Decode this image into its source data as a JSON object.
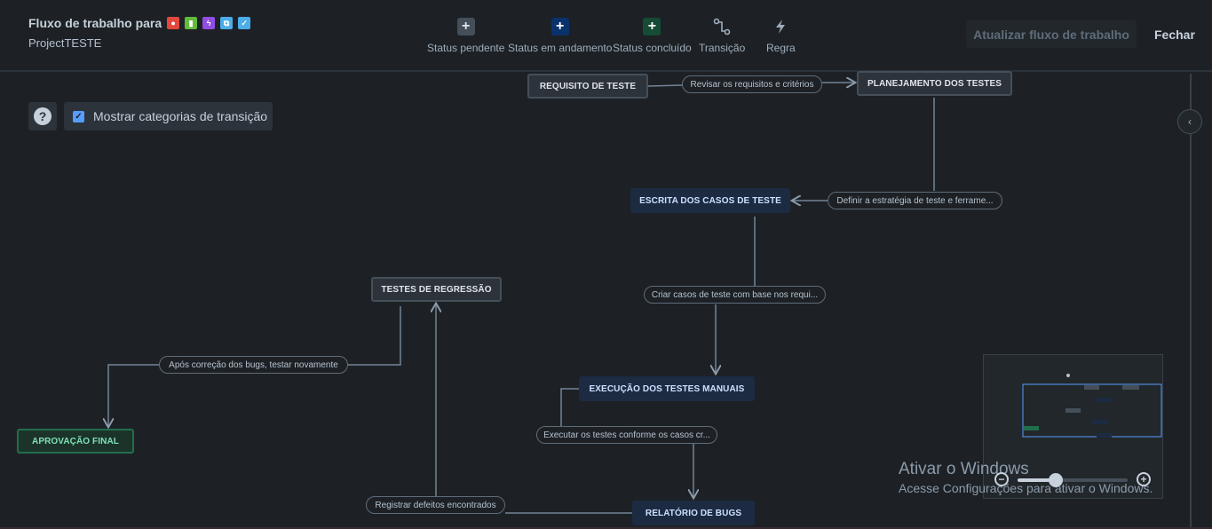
{
  "header": {
    "title": "Fluxo de trabalho para",
    "project": "ProjectTESTE",
    "issue_type_icons": [
      {
        "icon": "bug-icon",
        "color": "#e2483d"
      },
      {
        "icon": "story-icon",
        "color": "#63ba3c"
      },
      {
        "icon": "epic-icon",
        "color": "#904ee2"
      },
      {
        "icon": "subtask-icon",
        "color": "#4bade8"
      },
      {
        "icon": "task-icon",
        "color": "#4bade8"
      }
    ],
    "tools": [
      {
        "label": "Status pendente",
        "icon": "plus-icon",
        "color": "#454f59"
      },
      {
        "label": "Status em andamento",
        "icon": "plus-icon",
        "color": "#09326c"
      },
      {
        "label": "Status concluído",
        "icon": "plus-icon",
        "color": "#164b35"
      },
      {
        "label": "Transição",
        "icon": "transition-icon"
      },
      {
        "label": "Regra",
        "icon": "lightning-icon"
      }
    ],
    "update_button": "Atualizar fluxo de trabalho",
    "close_button": "Fechar"
  },
  "canvas": {
    "show_categories_label": "Mostrar categorias de transição",
    "show_categories_checked": true,
    "statuses": [
      {
        "label": "REQUISITO DE TESTE",
        "category": "todo"
      },
      {
        "label": "PLANEJAMENTO DOS TESTES",
        "category": "todo"
      },
      {
        "label": "ESCRITA DOS CASOS DE TESTE",
        "category": "in-progress"
      },
      {
        "label": "TESTES DE REGRESSÃO",
        "category": "todo"
      },
      {
        "label": "EXECUÇÃO DOS TESTES MANUAIS",
        "category": "in-progress"
      },
      {
        "label": "APROVAÇÃO FINAL",
        "category": "done"
      },
      {
        "label": "RELATÓRIO DE BUGS",
        "category": "in-progress"
      }
    ],
    "transitions": [
      "Revisar os requisitos e critérios",
      "Definir a estratégia de teste e ferrame...",
      "Criar casos de teste com base nos requi...",
      "Após correção dos bugs, testar novamente",
      "Executar os testes conforme os casos cr...",
      "Registrar defeitos encontrados"
    ]
  },
  "watermark": {
    "line1": "Ativar o Windows",
    "line2": "Acesse Configurações para ativar o Windows."
  },
  "zoom": {
    "level_fraction": 0.35
  }
}
